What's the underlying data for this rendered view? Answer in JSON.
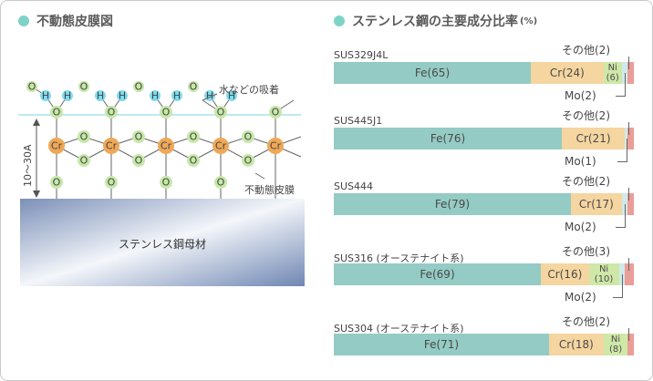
{
  "left_panel": {
    "heading": "不動態皮膜図",
    "label_water": "水などの吸着",
    "label_film": "不動態皮膜",
    "label_thickness": "10～30A",
    "label_steel": "ステンレス鋼母材",
    "symbols": {
      "H": "H",
      "O": "O",
      "Cr": "Cr"
    }
  },
  "right_panel": {
    "heading": "ステンレス鋼の主要成分比率",
    "heading_unit": "(%)"
  },
  "colors": {
    "Fe": "#94cbc4",
    "Cr": "#f5d5a0",
    "Ni": "#cfe8a8",
    "Mo": "#cfeaea",
    "other": "#eb9d97",
    "O_atom": "#c6e8a8",
    "H_atom": "#7fdcee",
    "Cr_atom": "#efa858",
    "heading_dot": "#7ed3c8"
  },
  "chart_data": [
    {
      "type": "bar",
      "title": "SUS329J4L",
      "segments": [
        {
          "element": "Fe",
          "label": "Fe(65)",
          "value": 65
        },
        {
          "element": "Cr",
          "label": "Cr(24)",
          "value": 24
        },
        {
          "element": "Ni",
          "label": "Ni",
          "sub": "(6)",
          "value": 6
        },
        {
          "element": "Mo",
          "label": "",
          "value": 2
        },
        {
          "element": "other",
          "label": "",
          "value": 2
        }
      ],
      "callout_other": "その他(2)",
      "callout_mo": "Mo(2)"
    },
    {
      "type": "bar",
      "title": "SUS445J1",
      "segments": [
        {
          "element": "Fe",
          "label": "Fe(76)",
          "value": 76
        },
        {
          "element": "Cr",
          "label": "Cr(21)",
          "value": 21
        },
        {
          "element": "Mo",
          "label": "",
          "value": 1
        },
        {
          "element": "other",
          "label": "",
          "value": 2
        }
      ],
      "callout_other": "その他(2)",
      "callout_mo": "Mo(1)"
    },
    {
      "type": "bar",
      "title": "SUS444",
      "segments": [
        {
          "element": "Fe",
          "label": "Fe(79)",
          "value": 79
        },
        {
          "element": "Cr",
          "label": "Cr(17)",
          "value": 17
        },
        {
          "element": "Mo",
          "label": "",
          "value": 2
        },
        {
          "element": "other",
          "label": "",
          "value": 2
        }
      ],
      "callout_other": "その他(2)",
      "callout_mo": "Mo(2)"
    },
    {
      "type": "bar",
      "title": "SUS316 (オーステナイト系)",
      "segments": [
        {
          "element": "Fe",
          "label": "Fe(69)",
          "value": 69
        },
        {
          "element": "Cr",
          "label": "Cr(16)",
          "value": 16
        },
        {
          "element": "Ni",
          "label": "Ni",
          "sub": "(10)",
          "value": 10
        },
        {
          "element": "Mo",
          "label": "",
          "value": 2
        },
        {
          "element": "other",
          "label": "",
          "value": 3
        }
      ],
      "callout_other": "その他(3)",
      "callout_mo": "Mo(2)"
    },
    {
      "type": "bar",
      "title": "SUS304 (オーステナイト系)",
      "segments": [
        {
          "element": "Fe",
          "label": "Fe(71)",
          "value": 71
        },
        {
          "element": "Cr",
          "label": "Cr(18)",
          "value": 18
        },
        {
          "element": "Ni",
          "label": "Ni",
          "sub": "(8)",
          "value": 8
        },
        {
          "element": "other",
          "label": "",
          "value": 2
        }
      ],
      "callout_other": "その他(2)",
      "callout_mo": ""
    }
  ]
}
